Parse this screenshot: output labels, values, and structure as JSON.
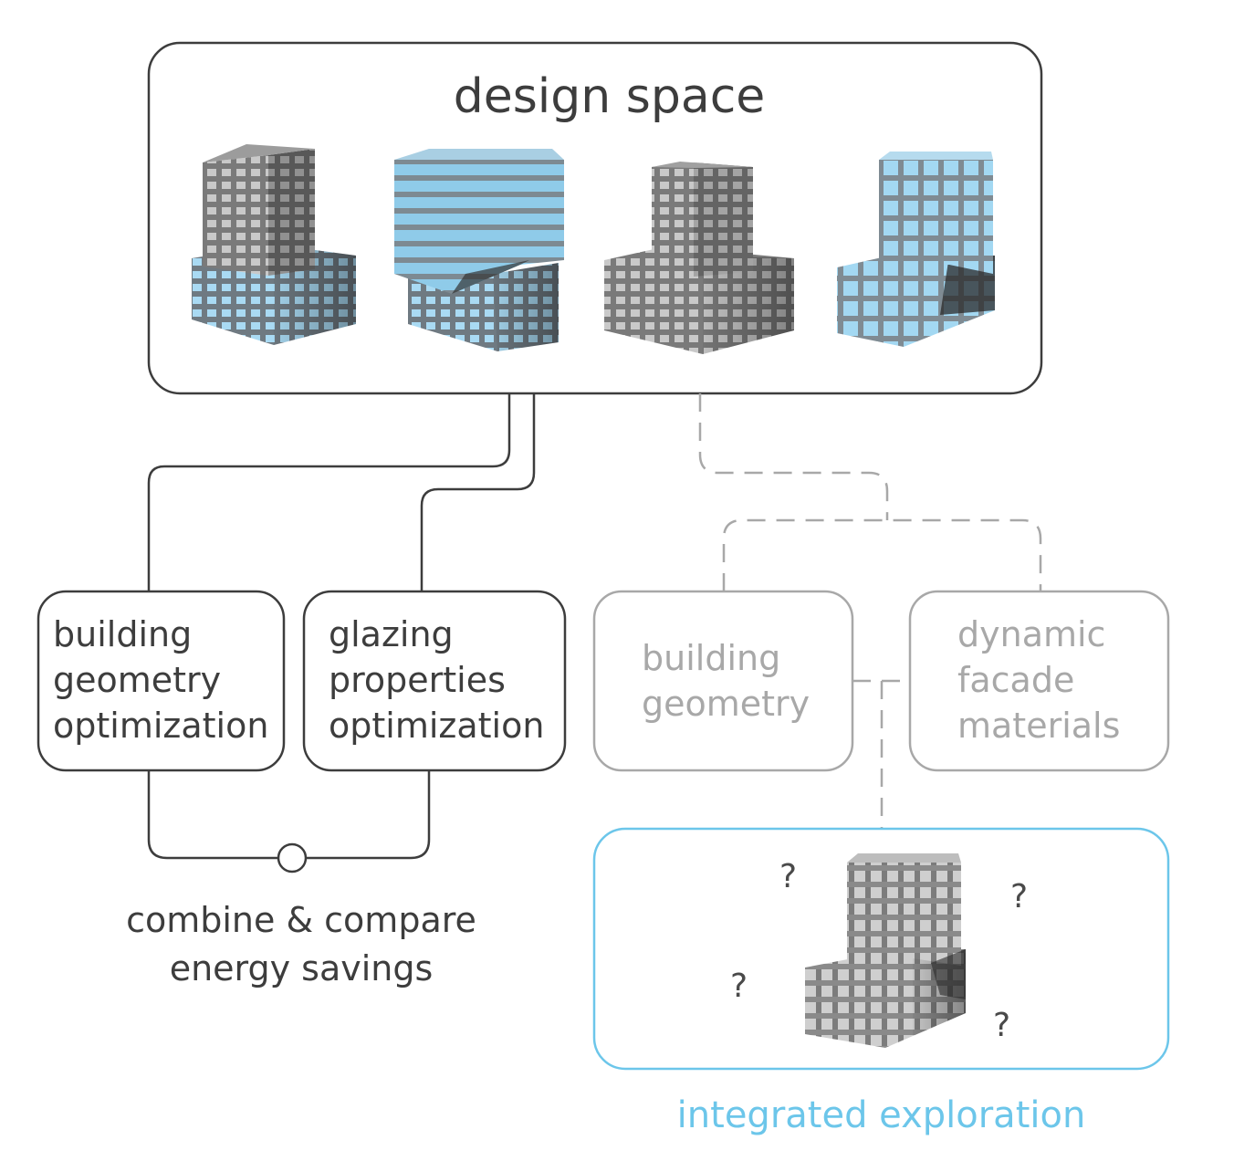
{
  "design_space": {
    "title": "design space"
  },
  "boxes": {
    "geometry_opt": [
      "building",
      "geometry",
      "optimization"
    ],
    "glazing_opt": [
      "glazing",
      "properties",
      "optimization"
    ],
    "building_geometry": [
      "building",
      "geometry"
    ],
    "dynamic_facade": [
      "dynamic",
      "facade",
      "materials"
    ]
  },
  "combine_label": [
    "combine & compare",
    "energy savings"
  ],
  "integrated": {
    "label": "integrated exploration",
    "marks": [
      "?",
      "?",
      "?",
      "?"
    ]
  },
  "colors": {
    "dark": "#3d3d3d",
    "grey": "#a8a8a8",
    "accent": "#6cc6ea",
    "glass": "#9fd4f0"
  }
}
